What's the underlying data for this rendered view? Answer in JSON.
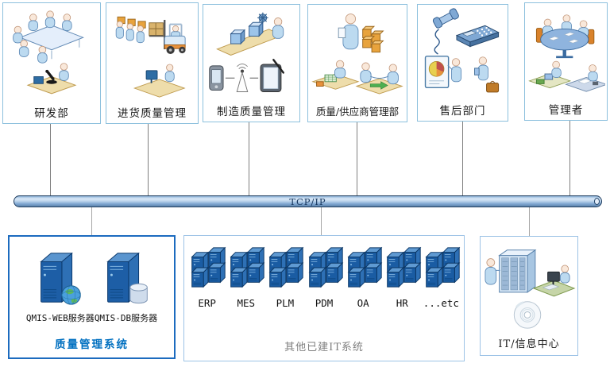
{
  "departments": [
    {
      "label": "研发部",
      "icon": "research-dept-icon"
    },
    {
      "label": "进货质量管理",
      "icon": "incoming-quality-icon"
    },
    {
      "label": "制造质量管理",
      "icon": "manufacturing-quality-icon"
    },
    {
      "label": "质量/供应商管理部",
      "icon": "quality-supplier-icon"
    },
    {
      "label": "售后部门",
      "icon": "after-sales-icon"
    },
    {
      "label": "管理者",
      "icon": "managers-icon"
    }
  ],
  "bus": {
    "label": "TCP/IP"
  },
  "qms_box": {
    "title": "质量管理系统",
    "servers": [
      {
        "label": "QMIS-WEB服务器",
        "icon": "web-server-globe-icon"
      },
      {
        "label": "QMIS-DB服务器",
        "icon": "db-server-database-icon"
      }
    ]
  },
  "other_it_box": {
    "title": "其他已建IT系统",
    "systems": [
      "ERP",
      "MES",
      "PLM",
      "PDM",
      "OA",
      "HR",
      "...etc"
    ]
  },
  "it_center_box": {
    "title": "IT/信息中心"
  },
  "colors": {
    "dept_border": "#8cc0dd",
    "qms_border": "#1c6bbf",
    "qms_title": "#0070c0",
    "other_title": "#808080",
    "bus_border": "#1e3c5e",
    "bus_fill": "#7fa6d0",
    "connector": "#7f7f7f",
    "server_blue": "#1d5ea6"
  }
}
